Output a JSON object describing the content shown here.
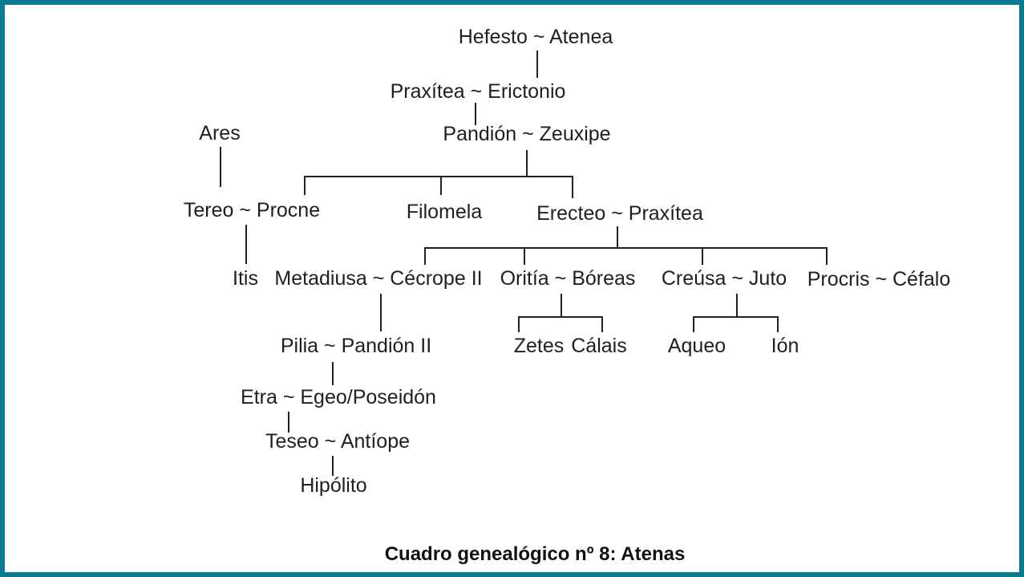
{
  "diagram": {
    "caption": "Cuadro genealógico nº 8: Atenas",
    "colors": {
      "border": "#087a92",
      "text": "#1f1f1f",
      "line": "#222222",
      "background": "#ffffff"
    },
    "nodes": {
      "hefesto_atenea": {
        "label": "Hefesto ~ Atenea"
      },
      "praxitea_erictonio": {
        "label": "Praxítea ~ Erictonio"
      },
      "ares": {
        "label": "Ares"
      },
      "pandion_zeuxipe": {
        "label": "Pandión ~ Zeuxipe"
      },
      "tereo_procne": {
        "label": "Tereo ~ Procne"
      },
      "filomela": {
        "label": "Filomela"
      },
      "erecteo_praxitea": {
        "label": "Erecteo ~ Praxítea"
      },
      "itis": {
        "label": "Itis"
      },
      "metadiusa_cecrope": {
        "label": "Metadiusa ~ Cécrope II"
      },
      "oritia_boreas": {
        "label": "Oritía ~ Bóreas"
      },
      "creusa_juto": {
        "label": "Creúsa ~ Juto"
      },
      "procris_cefalo": {
        "label": "Procris ~ Céfalo"
      },
      "pilia_pandion_ii": {
        "label": "Pilia ~ Pandión II"
      },
      "zetes": {
        "label": "Zetes"
      },
      "calais": {
        "label": "Cálais"
      },
      "aqueo": {
        "label": "Aqueo"
      },
      "ion": {
        "label": "Ión"
      },
      "etra_egeo": {
        "label": "Etra ~ Egeo/Poseidón"
      },
      "teseo_antiope": {
        "label": "Teseo ~ Antíope"
      },
      "hipolito": {
        "label": "Hipólito"
      }
    },
    "edges": [
      {
        "from": "Hefesto ~ Atenea",
        "to": "Praxítea ~ Erictonio"
      },
      {
        "from": "Praxítea ~ Erictonio",
        "to": "Pandión ~ Zeuxipe"
      },
      {
        "from": "Pandión ~ Zeuxipe",
        "to": "Tereo ~ Procne"
      },
      {
        "from": "Pandión ~ Zeuxipe",
        "to": "Filomela"
      },
      {
        "from": "Pandión ~ Zeuxipe",
        "to": "Erecteo ~ Praxítea"
      },
      {
        "from": "Ares",
        "to": "Tereo ~ Procne"
      },
      {
        "from": "Tereo ~ Procne",
        "to": "Itis"
      },
      {
        "from": "Erecteo ~ Praxítea",
        "to": "Metadiusa ~ Cécrope II"
      },
      {
        "from": "Erecteo ~ Praxítea",
        "to": "Oritía ~ Bóreas"
      },
      {
        "from": "Erecteo ~ Praxítea",
        "to": "Creúsa ~ Juto"
      },
      {
        "from": "Erecteo ~ Praxítea",
        "to": "Procris ~ Céfalo"
      },
      {
        "from": "Metadiusa ~ Cécrope II",
        "to": "Pilia ~ Pandión II"
      },
      {
        "from": "Oritía ~ Bóreas",
        "to": "Zetes"
      },
      {
        "from": "Oritía ~ Bóreas",
        "to": "Cálais"
      },
      {
        "from": "Creúsa ~ Juto",
        "to": "Aqueo"
      },
      {
        "from": "Creúsa ~ Juto",
        "to": "Ión"
      },
      {
        "from": "Pilia ~ Pandión II",
        "to": "Etra ~ Egeo/Poseidón"
      },
      {
        "from": "Etra ~ Egeo/Poseidón",
        "to": "Teseo ~ Antíope"
      },
      {
        "from": "Teseo ~ Antíope",
        "to": "Hipólito"
      }
    ]
  }
}
